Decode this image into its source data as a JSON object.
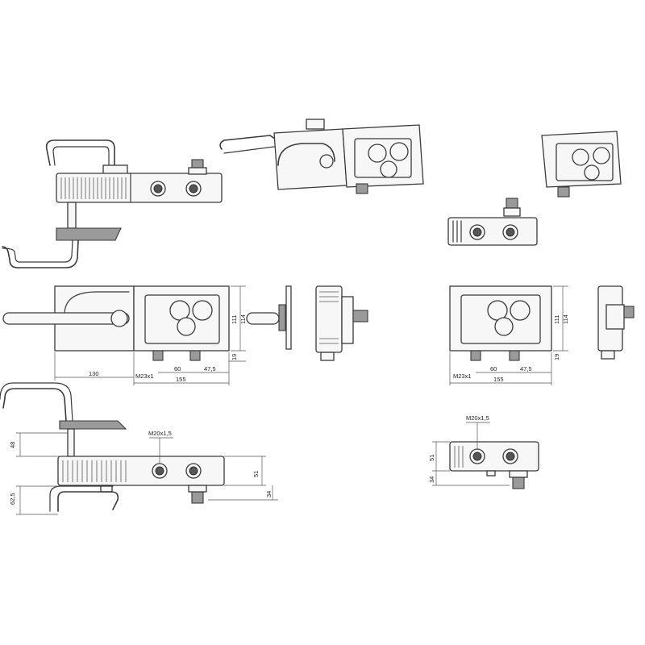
{
  "dimensions": {
    "width_130": "130",
    "thread_m23": "M23x1",
    "width_60": "60",
    "width_47_5": "47,5",
    "width_155": "155",
    "height_111": "111",
    "height_114": "114",
    "height_19": "19",
    "right_thread_m23": "M23x1",
    "right_width_60": "60",
    "right_width_47_5": "47,5",
    "right_width_155": "155",
    "right_height_111": "111",
    "right_height_114": "114",
    "right_height_19": "19",
    "thread_m20": "M20x1,5",
    "height_48": "48",
    "height_51": "51",
    "height_62_5": "62,5",
    "height_34": "34",
    "right_thread_m20": "M20x1,5",
    "right_height_51": "51",
    "right_height_34": "34"
  }
}
